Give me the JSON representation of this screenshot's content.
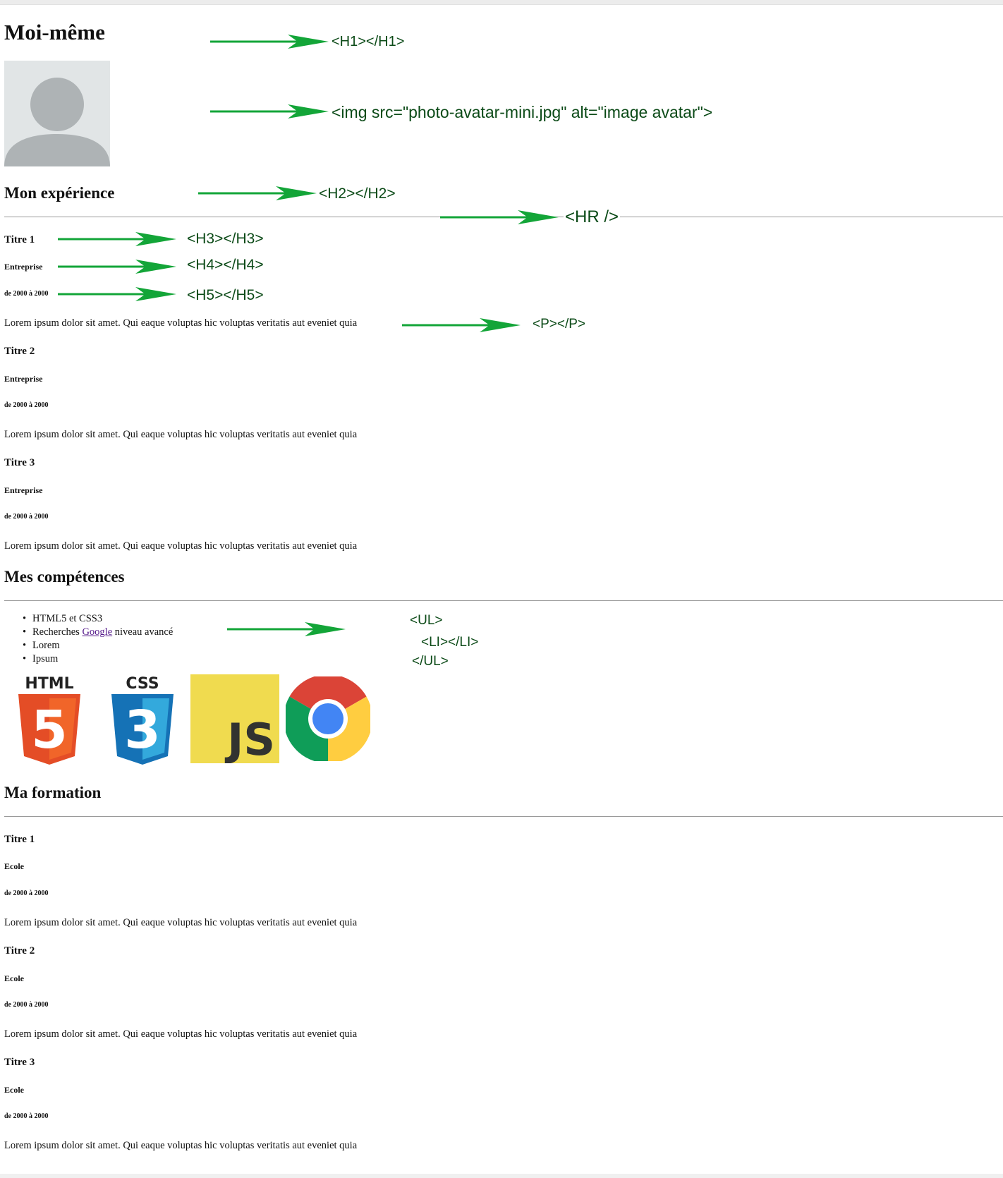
{
  "header": {
    "title": "Moi-même",
    "avatar_alt": "image avatar"
  },
  "experience": {
    "heading": "Mon expérience",
    "items": [
      {
        "title": "Titre 1",
        "company": "Entreprise",
        "dates": "de 2000 à 2000",
        "text": "Lorem ipsum dolor sit amet. Qui eaque voluptas hic voluptas veritatis aut eveniet quia"
      },
      {
        "title": "Titre 2",
        "company": "Entreprise",
        "dates": "de 2000 à 2000",
        "text": "Lorem ipsum dolor sit amet. Qui eaque voluptas hic voluptas veritatis aut eveniet quia"
      },
      {
        "title": "Titre 3",
        "company": "Entreprise",
        "dates": "de 2000 à 2000",
        "text": "Lorem ipsum dolor sit amet. Qui eaque voluptas hic voluptas veritatis aut eveniet quia"
      }
    ]
  },
  "skills": {
    "heading": "Mes compétences",
    "items": [
      {
        "label": "HTML5 et CSS3"
      },
      {
        "prefix": "Recherches ",
        "link": "Google",
        "suffix": " niveau avancé"
      },
      {
        "label": "Lorem"
      },
      {
        "label": "Ipsum"
      }
    ],
    "logos": [
      {
        "icon": "html5-logo-icon",
        "text": "HTML",
        "digit": "5"
      },
      {
        "icon": "css3-logo-icon",
        "text": "CSS",
        "digit": "3"
      },
      {
        "icon": "javascript-logo-icon",
        "text": "JS"
      },
      {
        "icon": "chrome-logo-icon"
      }
    ]
  },
  "education": {
    "heading": "Ma formation",
    "items": [
      {
        "title": "Titre 1",
        "school": "Ecole",
        "dates": "de 2000 à 2000",
        "text": "Lorem ipsum dolor sit amet. Qui eaque voluptas hic voluptas veritatis aut eveniet quia"
      },
      {
        "title": "Titre 2",
        "school": "Ecole",
        "dates": "de 2000 à 2000",
        "text": "Lorem ipsum dolor sit amet. Qui eaque voluptas hic voluptas veritatis aut eveniet quia"
      },
      {
        "title": "Titre 3",
        "school": "Ecole",
        "dates": "de 2000 à 2000",
        "text": "Lorem ipsum dolor sit amet. Qui eaque voluptas hic voluptas veritatis aut eveniet quia"
      }
    ]
  },
  "annotations": {
    "h1": "<H1></H1>",
    "img": "<img src=\"photo-avatar-mini.jpg\" alt=\"image avatar\">",
    "h2": "<H2></H2>",
    "hr": "<HR />",
    "h3": "<H3></H3>",
    "h4": "<H4></H4>",
    "h5": "<H5></H5>",
    "p": "<P></P>",
    "ul_open": "<UL>",
    "li": "<LI></LI>",
    "ul_close": "</UL>"
  },
  "colors": {
    "arrow": "#13a538",
    "annotation_text": "#0b4a17",
    "hr": "#9a9a9a",
    "avatar_bg": "#e1e5e6",
    "avatar_figure": "#aeb3b5"
  }
}
